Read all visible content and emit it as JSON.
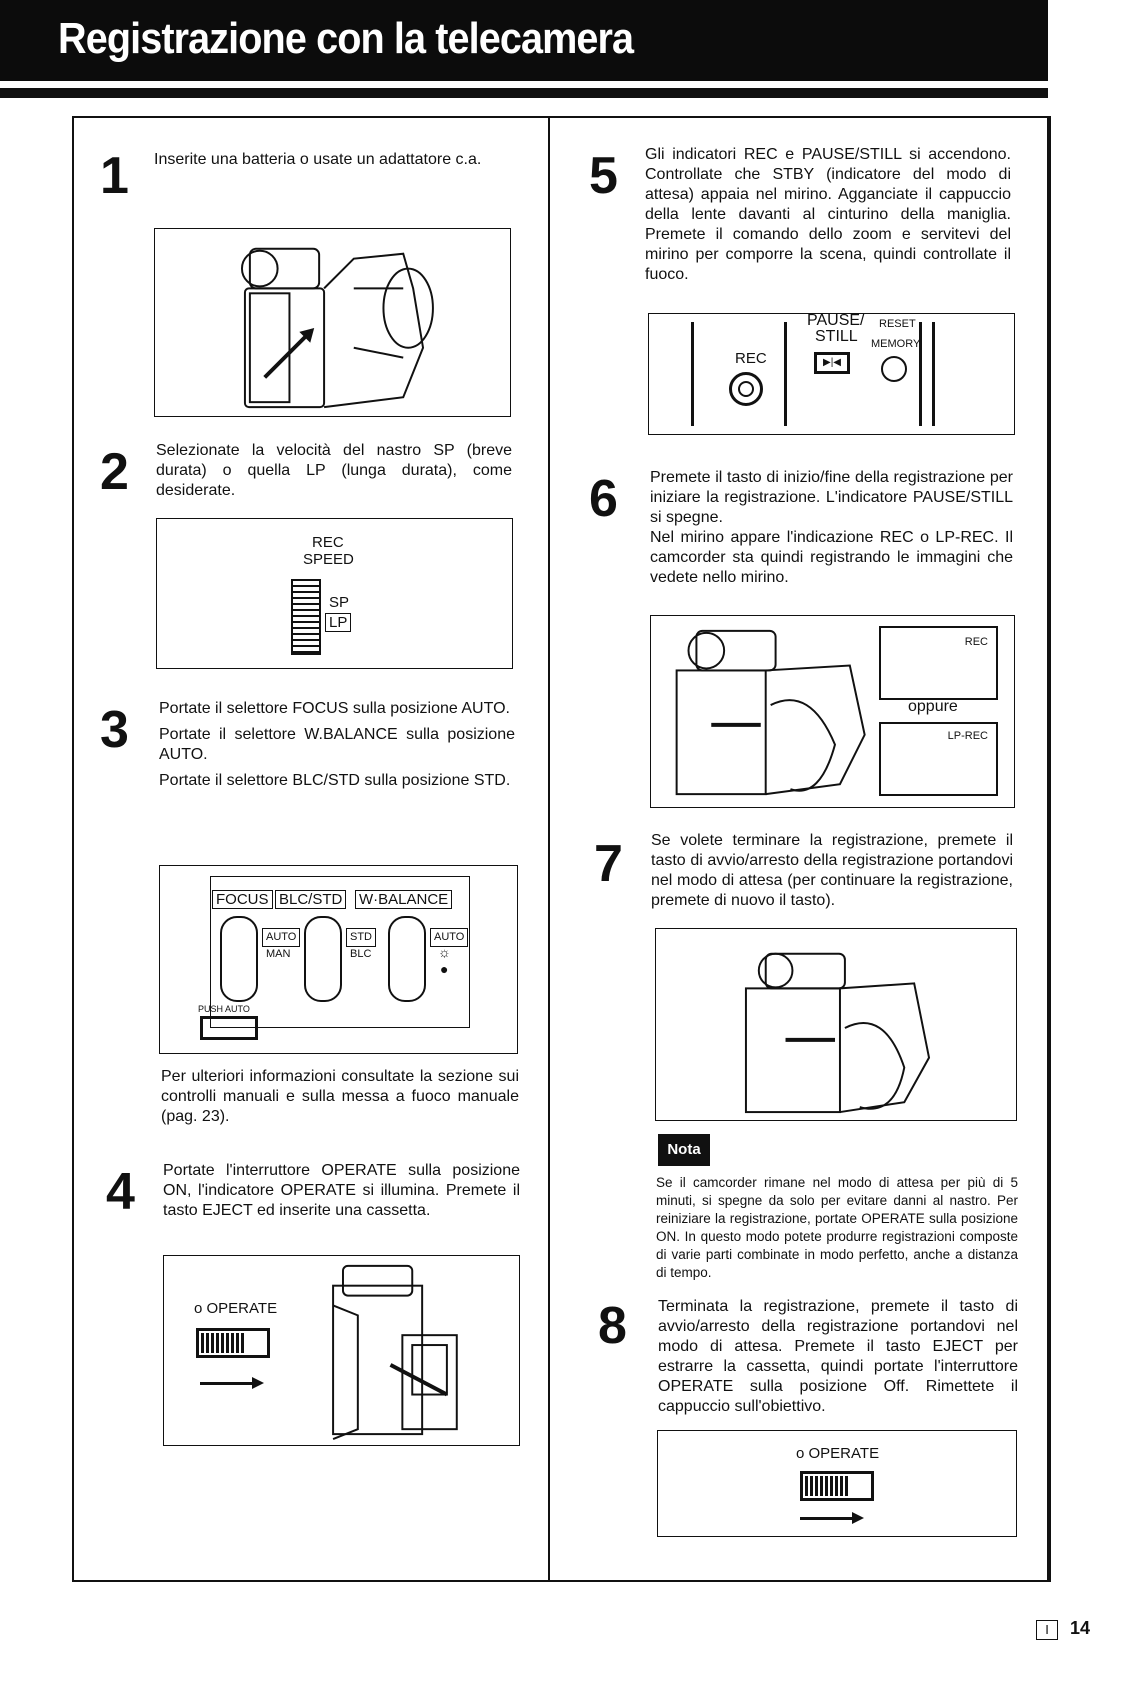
{
  "header": {
    "title": "Registrazione con la telecamera"
  },
  "steps": [
    {
      "number": "1",
      "paragraphs": [
        "Inserite una batteria o usate un adattatore c.a."
      ]
    },
    {
      "number": "2",
      "paragraphs": [
        "Selezionate la velocità del nastro SP (breve durata) o quella LP (lunga durata), come desiderate."
      ]
    },
    {
      "number": "3",
      "paragraphs": [
        "Portate il selettore FOCUS sulla posizione AUTO.",
        "Portate il selettore W.BALANCE sulla posizione AUTO.",
        "Portate il selettore BLC/STD sulla posizione STD."
      ]
    },
    {
      "number": "4",
      "paragraphs": [
        "Portate l'interruttore OPERATE sulla posizione ON, l'indicatore OPERATE si illumina. Premete il tasto EJECT ed inserite una cassetta."
      ]
    },
    {
      "number": "5",
      "paragraphs": [
        "Gli indicatori REC e PAUSE/STILL si accendono. Controllate che STBY (indicatore del modo di attesa) appaia nel mirino. Agganciate il cappuccio della lente davanti al cinturino della maniglia. Premete il comando dello zoom e servitevi del mirino per comporre la scena, quindi controllate il fuoco."
      ]
    },
    {
      "number": "6",
      "paragraphs": [
        "Premete il tasto di inizio/fine della registrazione per iniziare la registrazione. L'indicatore PAUSE/STILL si spegne.",
        "Nel mirino appare l'indicazione REC o LP-REC. Il camcorder sta quindi registrando le immagini che vedete nello mirino."
      ]
    },
    {
      "number": "7",
      "paragraphs": [
        "Se volete terminare la registrazione, premete il tasto di avvio/arresto della registrazione portandovi nel modo di attesa (per continuare la registrazione, premete di nuovo il tasto)."
      ]
    },
    {
      "number": "8",
      "paragraphs": [
        "Terminata la registrazione, premete il tasto di avvio/arresto della registrazione portandovi nel modo di attesa. Premete il tasto EJECT per estrarre la cassetta, quindi portate l'interruttore OPERATE sulla posizione Off. Rimettete il cappuccio sull'obiettivo."
      ]
    }
  ],
  "step3_note": "Per ulteriori informazioni consultate la sezione sui controlli manuali e sulla messa a fuoco manuale (pag. 23).",
  "figures": {
    "rec_speed": {
      "title1": "REC",
      "title2": "SPEED",
      "sp": "SP",
      "lp": "LP"
    },
    "selectors": {
      "focus": "FOCUS",
      "blc_std": "BLC/STD",
      "w_balance": "W·BALANCE",
      "auto": "AUTO",
      "man": "MAN",
      "std": "STD",
      "blc": "BLC",
      "auto2": "AUTO",
      "push_auto": "PUSH AUTO"
    },
    "operate": {
      "label": "o OPERATE"
    },
    "controls": {
      "rec": "REC",
      "pause": "PAUSE/",
      "still": "STILL",
      "reset": "RESET",
      "memory": "MEMORY"
    },
    "viewfinder": {
      "rec": "REC",
      "or": "oppure",
      "lp_rec": "LP-REC"
    },
    "operate2": {
      "label": "o OPERATE"
    }
  },
  "nota": {
    "badge": "Nota",
    "text": "Se il camcorder rimane nel modo di attesa per più di 5 minuti, si spegne da solo per evitare danni al nastro. Per reiniziare la registrazione, portate OPERATE sulla posizione ON. In questo modo potete produrre registrazioni composte di varie parti combinate in modo perfetto, anche a distanza di tempo."
  },
  "footer": {
    "language": "I",
    "page": "14"
  }
}
